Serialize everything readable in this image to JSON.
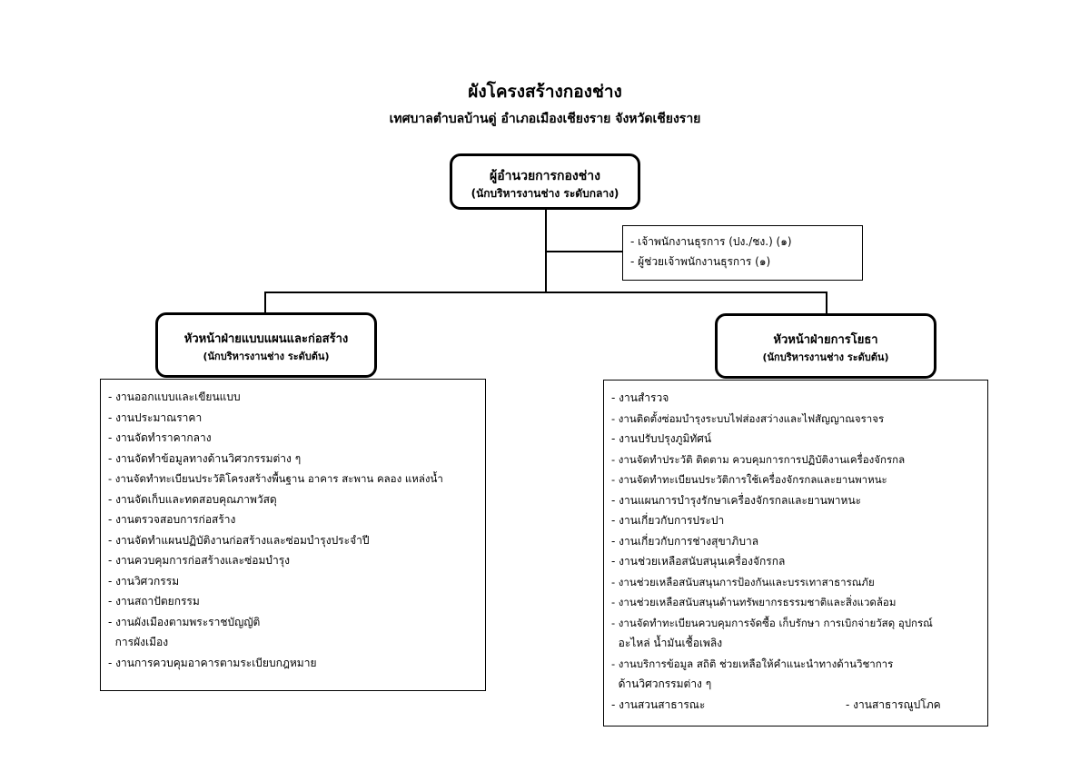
{
  "header": {
    "title": "ผังโครงสร้างกองช่าง",
    "subtitle": "เทศบาลตำบลบ้านดู่ อำเภอเมืองเชียงราย จังหวัดเชียงราย"
  },
  "director": {
    "title": "ผู้อำนวยการกองช่าง",
    "rank": "(นักบริหารงานช่าง ระดับกลาง)"
  },
  "assistants": [
    "- เจ้าพนักงานธุรการ (ปง./ชง.) (๑)",
    "- ผู้ช่วยเจ้าพนักงานธุรการ (๑)"
  ],
  "left_division": {
    "title": "หัวหน้าฝ่ายแบบแผนและก่อสร้าง",
    "rank": "(นักบริหารงานช่าง ระดับต้น)",
    "tasks": [
      "- งานออกแบบและเขียนแบบ",
      "- งานประมาณราคา",
      "- งานจัดทำราคากลาง",
      "- งานจัดทำข้อมูลทางด้านวิศวกรรมต่าง ๆ",
      "- งานจัดทำทะเบียนประวัติโครงสร้างพื้นฐาน อาคาร สะพาน คลอง แหล่งน้ำ",
      "- งานจัดเก็บและทดสอบคุณภาพวัสดุ",
      "- งานตรวจสอบการก่อสร้าง",
      "- งานจัดทำแผนปฏิบัติงานก่อสร้างและซ่อมบำรุงประจำปี",
      "- งานควบคุมการก่อสร้างและซ่อมบำรุง",
      "- งานวิศวกรรม",
      "- งานสถาปัตยกรรม",
      "- งานผังเมืองตามพระราชบัญญัติ",
      "  การผังเมือง",
      "- งานการควบคุมอาคารตามระเบียบกฎหมาย"
    ]
  },
  "right_division": {
    "title": "หัวหน้าฝ่ายการโยธา",
    "rank": "(นักบริหารงานช่าง ระดับต้น)",
    "tasks": [
      "- งานสำรวจ",
      "- งานติดตั้งซ่อมบำรุงระบบไฟส่องสว่างและไฟสัญญาณจราจร",
      "- งานปรับปรุงภูมิทัศน์",
      "- งานจัดทำประวัติ ติดตาม ควบคุมการการปฏิบัติงานเครื่องจักรกล",
      "- งานจัดทำทะเบียนประวัติการใช้เครื่องจักรกลและยานพาหนะ",
      "- งานแผนการบำรุงรักษาเครื่องจักรกลและยานพาหนะ",
      "- งานเกี่ยวกับการประปา",
      "- งานเกี่ยวกับการช่างสุขาภิบาล",
      "- งานช่วยเหลือสนับสนุนเครื่องจักรกล",
      "- งานช่วยเหลือสนับสนุนการป้องกันและบรรเทาสาธารณภัย",
      "- งานช่วยเหลือสนับสนุนด้านทรัพยากรธรรมชาติและสิ่งแวดล้อม",
      "- งานจัดทำทะเบียนควบคุมการจัดซื้อ เก็บรักษา การเบิกจ่ายวัสดุ อุปกรณ์",
      "  อะไหล่ น้ำมันเชื้อเพลิง",
      "- งานบริการข้อมูล สถิติ ช่วยเหลือให้คำแนะนำทางด้านวิชาการ",
      "  ด้านวิศวกรรมต่าง ๆ"
    ],
    "last_row": {
      "left": "- งานสวนสาธารณะ",
      "right": "- งานสาธารณูปโภค"
    }
  }
}
